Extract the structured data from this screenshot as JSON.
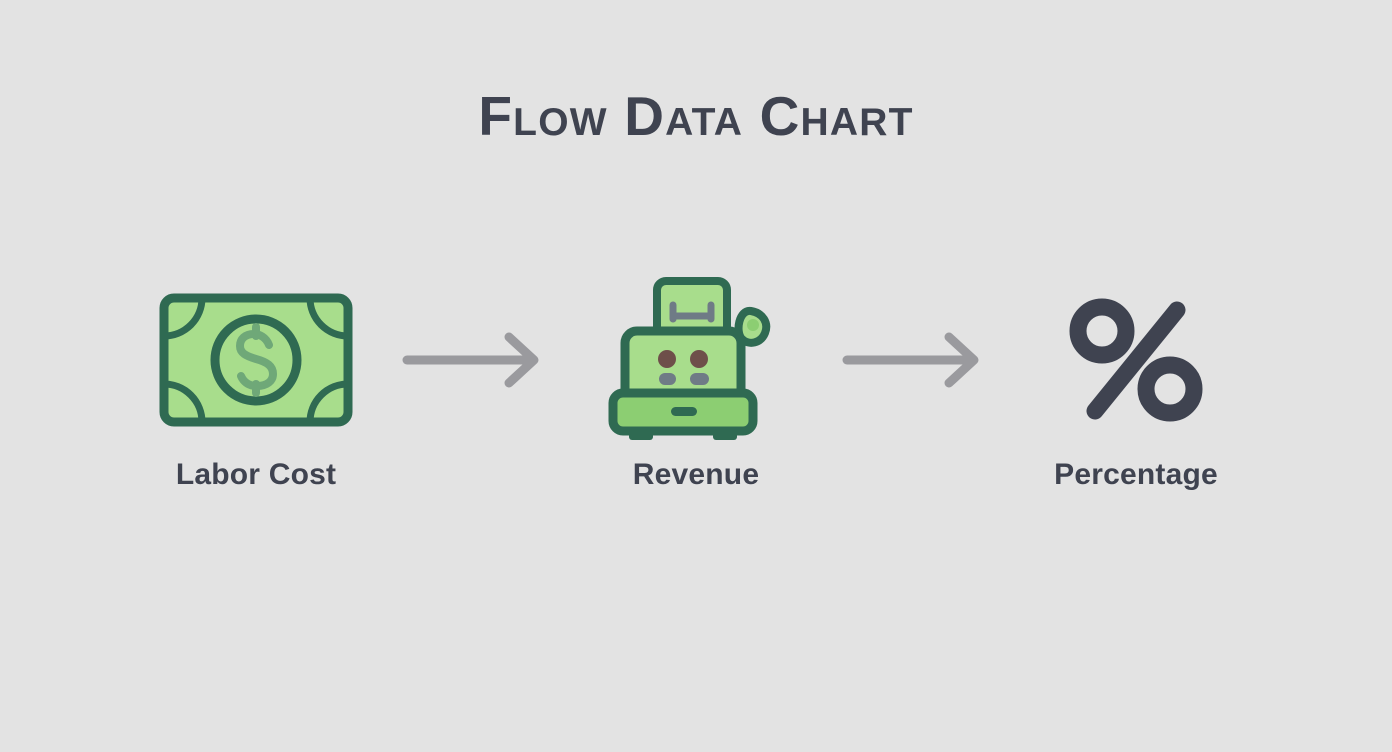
{
  "page": {
    "background_color": "#e3e3e3",
    "title": "Flow Data Chart",
    "title_display": "FLOW DATA CHART",
    "title_color": "#3f4350"
  },
  "palette": {
    "background": "#e3e3e3",
    "text_dark": "#3f4350",
    "arrow_gray": "#9a9a9e",
    "green_fill_light": "#a8dd8c",
    "green_fill_mid": "#8cce72",
    "green_outline_dark": "#2f6a52",
    "green_symbol": "#6fa878",
    "register_button_brown": "#6e4f4a",
    "register_button_slate": "#6f7b86"
  },
  "flow": {
    "steps": [
      {
        "id": "labor-cost",
        "label": "Labor Cost",
        "icon": "banknote-icon",
        "icon_description": "green dollar banknote"
      },
      {
        "id": "revenue",
        "label": "Revenue",
        "icon": "cash-register-icon",
        "icon_description": "green cash register with lever"
      },
      {
        "id": "percentage",
        "label": "Percentage",
        "icon": "percent-icon",
        "icon_description": "dark percent sign"
      }
    ],
    "connectors": [
      {
        "id": "connector-1",
        "icon": "arrow-right-icon",
        "from": "labor-cost",
        "to": "revenue"
      },
      {
        "id": "connector-2",
        "icon": "arrow-right-icon",
        "from": "revenue",
        "to": "percentage"
      }
    ]
  },
  "chart_data": {
    "type": "diagram",
    "diagram_kind": "horizontal-flow",
    "title": "Flow Data Chart",
    "nodes": [
      "Labor Cost",
      "Revenue",
      "Percentage"
    ],
    "edges": [
      {
        "from": "Labor Cost",
        "to": "Revenue",
        "style": "arrow"
      },
      {
        "from": "Revenue",
        "to": "Percentage",
        "style": "arrow"
      }
    ],
    "legend": [],
    "annotations": []
  }
}
